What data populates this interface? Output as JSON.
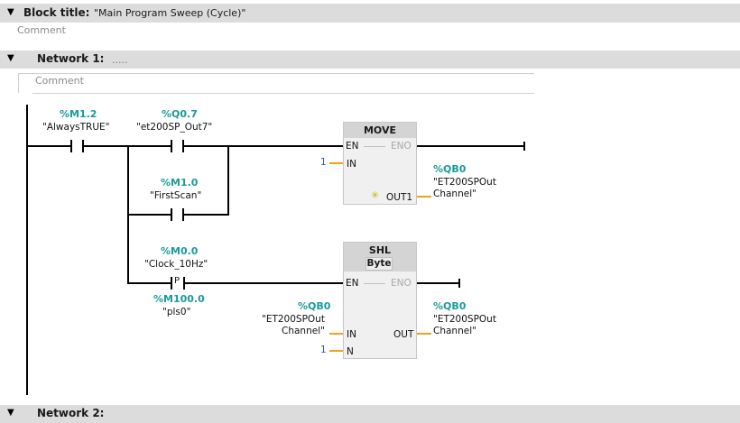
{
  "block": {
    "title_label": "Block title:",
    "title_value": "\"Main Program Sweep (Cycle)\"",
    "comment_placeholder": "Comment"
  },
  "network1": {
    "label": "Network 1:",
    "title_dots": ".....",
    "comment_placeholder": "Comment"
  },
  "network2": {
    "label": "Network 2:"
  },
  "contacts": {
    "m12": {
      "address": "%M1.2",
      "name": "\"AlwaysTRUE\""
    },
    "q07": {
      "address": "%Q0.7",
      "name": "\"et200SP_Out7\""
    },
    "m10": {
      "address": "%M1.0",
      "name": "\"FirstScan\""
    },
    "m00": {
      "address": "%M0.0",
      "name": "\"Clock_10Hz\"",
      "edge_symbol": "P"
    },
    "m100": {
      "address": "%M100.0",
      "name": "\"pls0\""
    }
  },
  "move_block": {
    "title": "MOVE",
    "en": "EN",
    "eno": "ENO",
    "in": "IN",
    "out1": "OUT1",
    "in_value": "1",
    "out_address": "%QB0",
    "out_name_line1": "\"ET200SPOut",
    "out_name_line2": "Channel\""
  },
  "shl_block": {
    "title": "SHL",
    "subtype": "Byte",
    "en": "EN",
    "eno": "ENO",
    "in": "IN",
    "out": "OUT",
    "n": "N",
    "in_address": "%QB0",
    "in_name_line1": "\"ET200SPOut",
    "in_name_line2": "Channel\"",
    "n_value": "1",
    "out_address": "%QB0",
    "out_name_line1": "\"ET200SPOut",
    "out_name_line2": "Channel\""
  },
  "colors": {
    "address": "#1a9a9a",
    "constant": "#2f56c8",
    "pin_wire": "#f0a020",
    "header_bar": "#dcdcdc"
  }
}
